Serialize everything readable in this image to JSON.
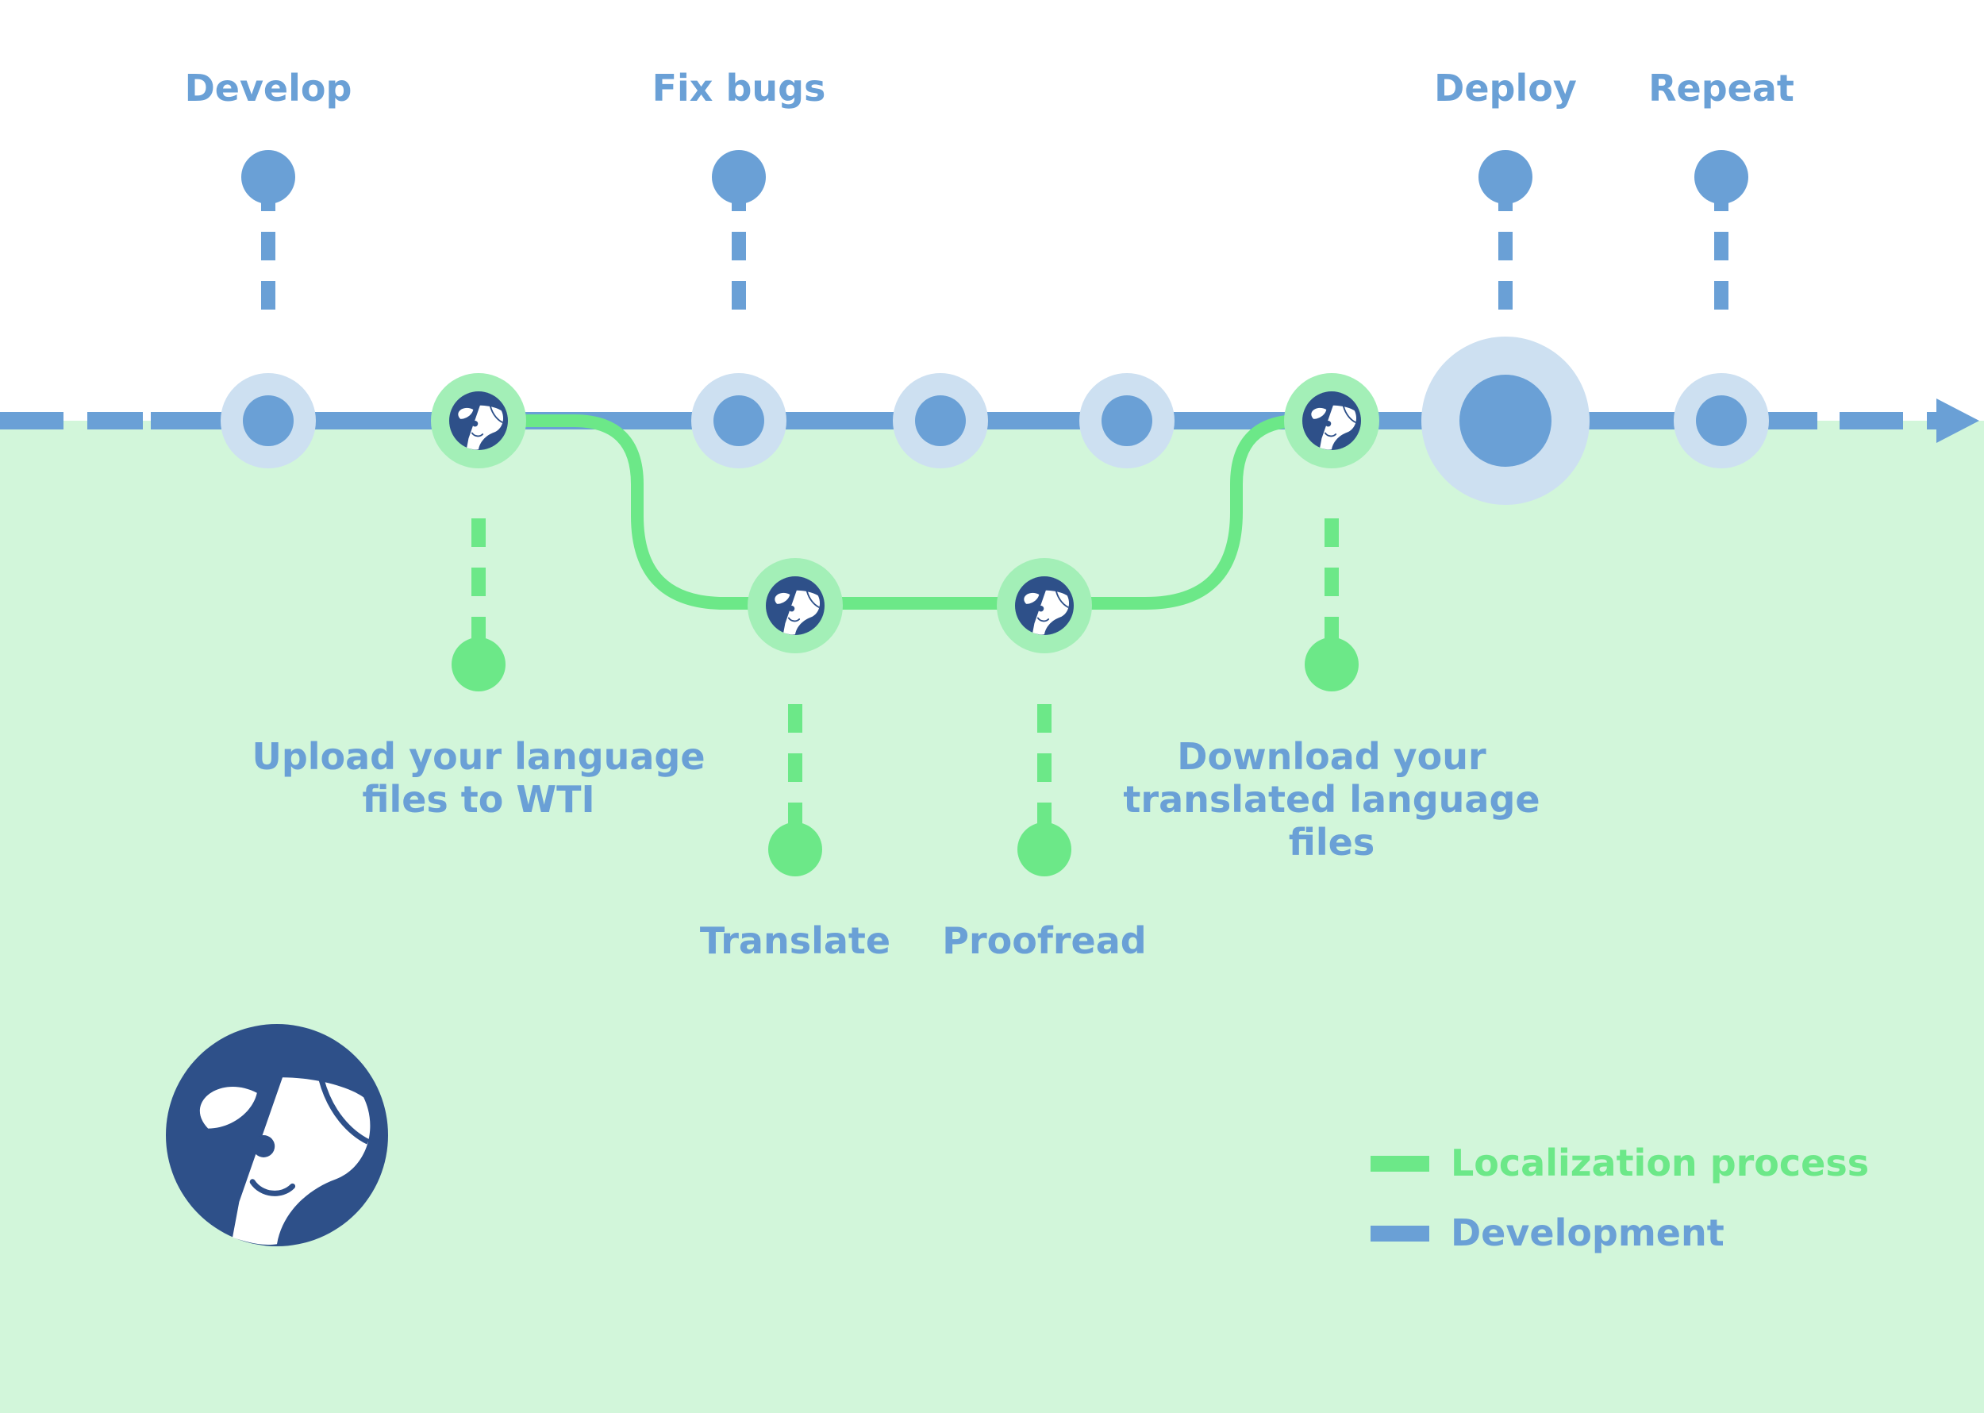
{
  "colors": {
    "development": "#6aa0d6",
    "localization": "#6ce888",
    "brand": "#2e5089",
    "background_lower": "#d2f6da",
    "halo_blue": "#cde0f1",
    "halo_green": "#a3efb7"
  },
  "development_steps": {
    "develop": "Develop",
    "fix_bugs": "Fix bugs",
    "deploy": "Deploy",
    "repeat": "Repeat"
  },
  "localization_steps": {
    "upload": [
      "Upload your language",
      "files to WTI"
    ],
    "translate": "Translate",
    "proofread": "Proofread",
    "download": [
      "Download your",
      "translated language",
      "files"
    ]
  },
  "legend": {
    "localization": "Localization process",
    "development": "Development"
  },
  "icons": {
    "brand_logo": "dog-mascot-icon",
    "step_marker": "dog-mascot-icon",
    "timeline_end": "arrow-right-icon"
  }
}
